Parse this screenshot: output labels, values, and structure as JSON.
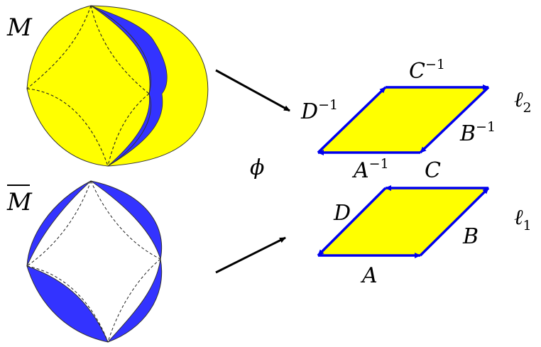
{
  "colors": {
    "yellow": "#ffff00",
    "blue": "#3333ff",
    "edge_blue": "#0000ee",
    "outline": "#333333",
    "background": "#ffffff"
  },
  "labels": {
    "surface_M": "M",
    "surface_M_bar": "M",
    "map": "ϕ",
    "top_left": "D",
    "top_left_exp": "−1",
    "top_top": "C",
    "top_top_exp": "−1",
    "top_right": "B",
    "top_right_exp": "−1",
    "top_bottom": "A",
    "top_bottom_exp": "−1",
    "top_corner": "C",
    "top_level": "ℓ",
    "top_level_sub": "2",
    "bottom_left": "D",
    "bottom_right": "B",
    "bottom_bottom": "A",
    "bottom_level": "ℓ",
    "bottom_level_sub": "1"
  }
}
